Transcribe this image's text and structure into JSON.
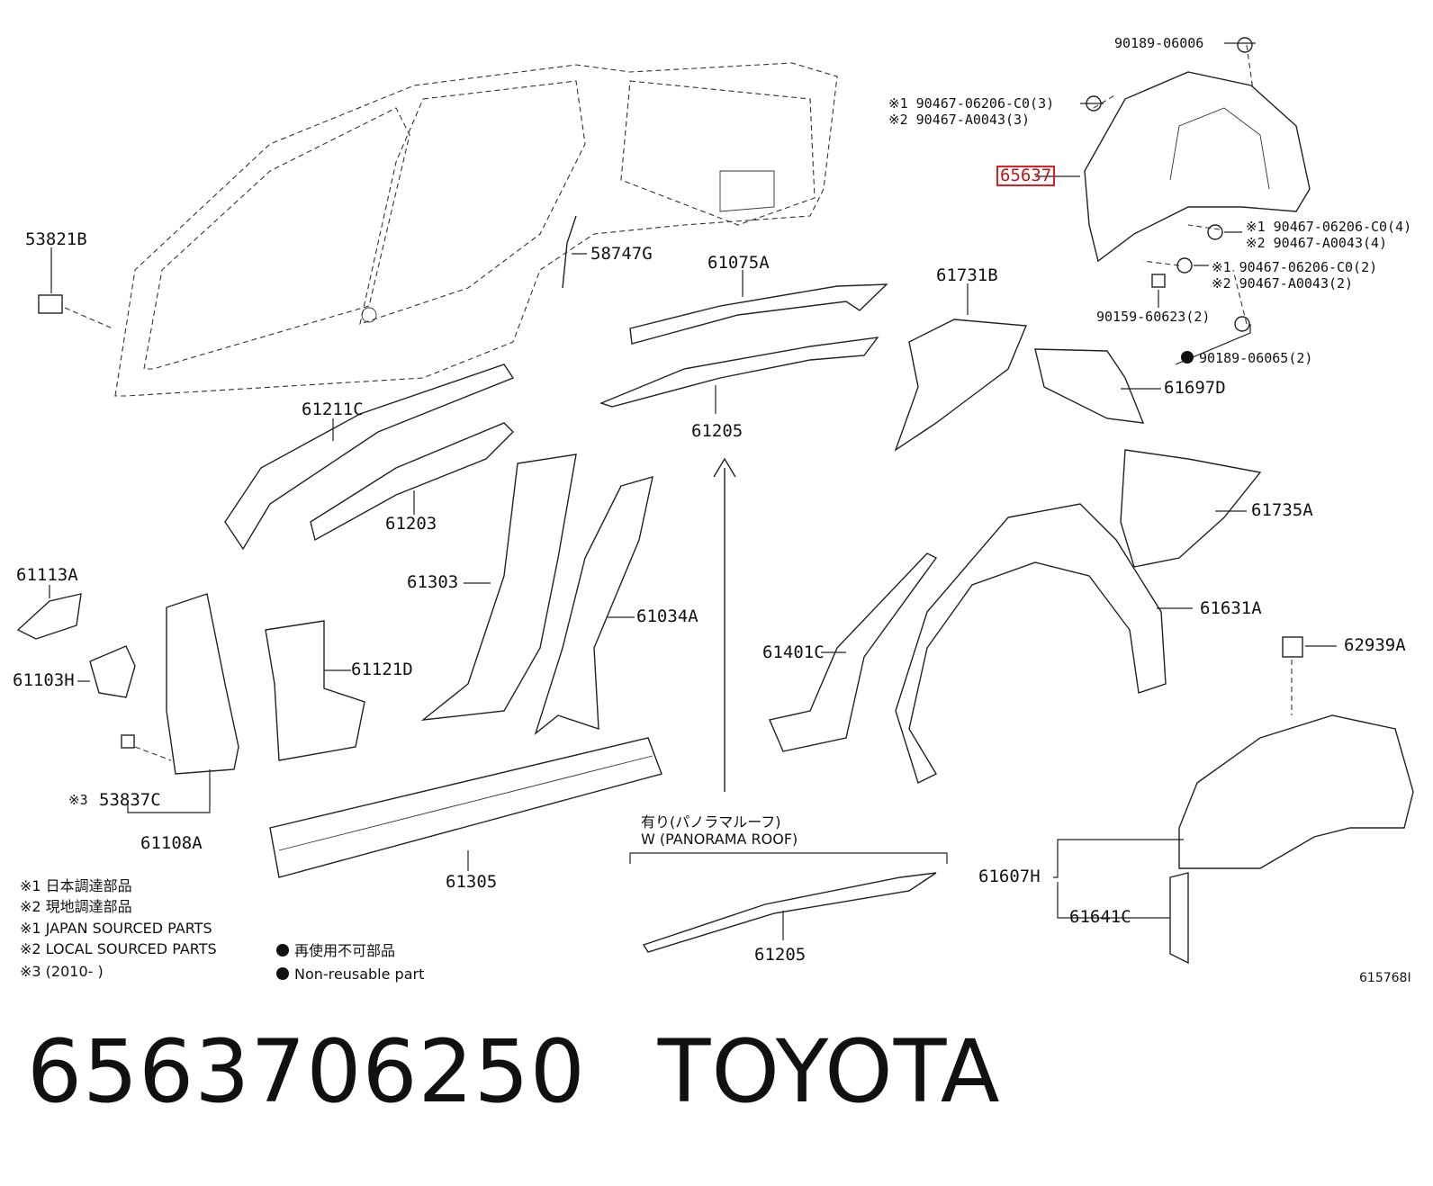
{
  "callouts": {
    "p53821b": "53821B",
    "p58747g": "58747G",
    "p61075a": "61075A",
    "p61731b": "61731B",
    "p61211c": "61211C",
    "p61205_top": "61205",
    "p61697d": "61697D",
    "p61203": "61203",
    "p61735a": "61735A",
    "p61113a": "61113A",
    "p61303": "61303",
    "p61034a": "61034A",
    "p61631a": "61631A",
    "p61121d": "61121D",
    "p61103h": "61103H",
    "p61401c": "61401C",
    "p62939a": "62939A",
    "p53837c": "53837C",
    "p53837c_mark": "※3",
    "p61108a": "61108A",
    "p61305": "61305",
    "p61205_bottom": "61205",
    "p61607h": "61607H",
    "p61641c": "61641C",
    "p65637": "65637"
  },
  "fasteners": {
    "f1": "90189-06006",
    "f2a": "※1 90467-06206-C0(3)",
    "f2b": "※2 90467-A0043(3)",
    "f3a": "※1 90467-06206-C0(4)",
    "f3b": "※2 90467-A0043(4)",
    "f4a": "※1 90467-06206-C0(2)",
    "f4b": "※2 90467-A0043(2)",
    "f5": "90159-60623(2)",
    "f6": "90189-06065(2)"
  },
  "panorama": {
    "line1": "有り(パノラマルーフ)",
    "line2": "W (PANORAMA ROOF)"
  },
  "legend": {
    "l1": "※1 日本調達部品",
    "l2": "※2 現地調達部品",
    "l3": "※1 JAPAN SOURCED PARTS",
    "l4": "※2 LOCAL SOURCED PARTS",
    "l5": "※3 (2010-      )",
    "nr_jp": "再使用不可部品",
    "nr_en": "Non-reusable part"
  },
  "diagram_id": "615768I",
  "footer": {
    "part_number": "6563706250",
    "brand": "TOYOTA"
  },
  "highlight_color": "#e02020"
}
